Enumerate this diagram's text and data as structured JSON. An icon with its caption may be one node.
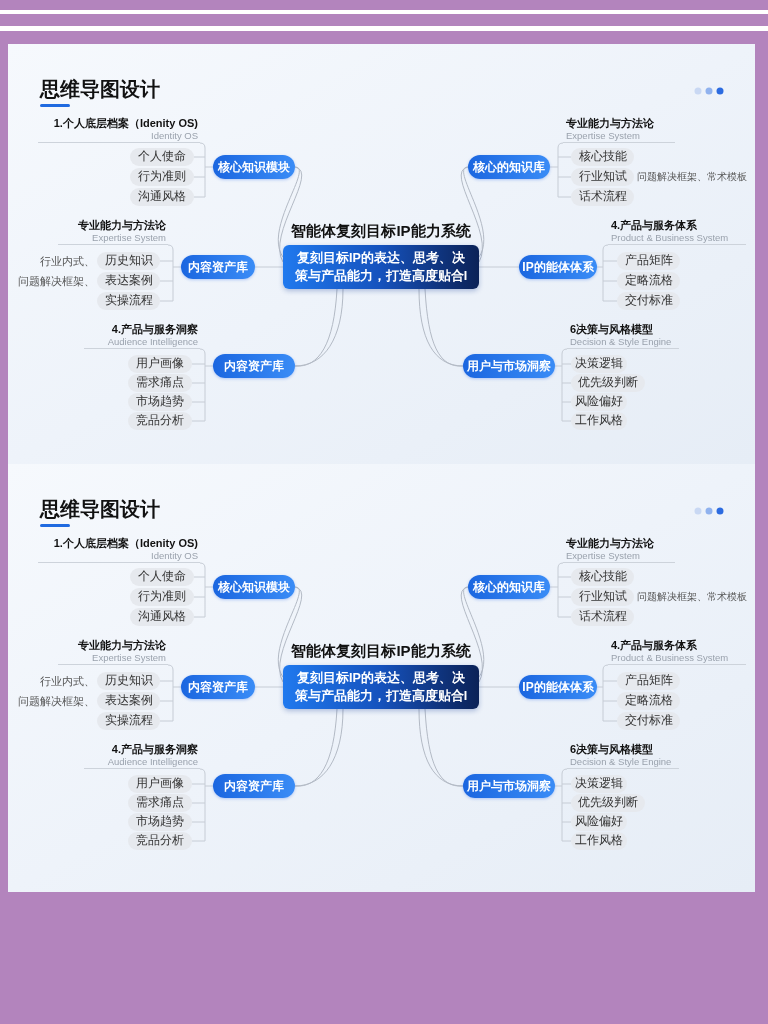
{
  "diagram": {
    "nodes": [
      {
        "text": [
          "思维导图设计"
        ]
      },
      {
        "text": [
          "智能体复刻目标IP能力系统",
          "复刻目标IP的表达、思考、决策与产品能力，打造高度贴合I"
        ],
        "in": 0
      },
      {
        "text": [
          "核心知识模块"
        ],
        "in": 0
      },
      {
        "text": [
          "1.个人底层档案（Idenity OS)",
          "Identity OS"
        ],
        "in": 0
      },
      {
        "text": [
          "个人使命"
        ],
        "in": 0
      },
      {
        "text": [
          "行为准则"
        ],
        "in": 0
      },
      {
        "text": [
          "沟通风格"
        ],
        "in": 0
      },
      {
        "text": [
          "内容资产库"
        ],
        "in": 0
      },
      {
        "text": [
          "专业能力与方法论",
          "Expertise System"
        ],
        "in": 0
      },
      {
        "text": [
          "历史知识"
        ],
        "in": 0,
        "beside": [
          "行业内式、"
        ]
      },
      {
        "text": [
          "表达案例"
        ],
        "in": 0,
        "beside": [
          "问题解决框架、"
        ]
      },
      {
        "text": [
          "实操流程"
        ],
        "in": 0
      },
      {
        "text": [
          "内容资产库"
        ],
        "in": 0
      },
      {
        "text": [
          "4.产品与服务洞察",
          "Audience Intelligence"
        ],
        "in": 0
      },
      {
        "text": [
          "用户画像"
        ],
        "in": 0
      },
      {
        "text": [
          "需求痛点"
        ],
        "in": 0
      },
      {
        "text": [
          "市场趋势"
        ],
        "in": 0
      },
      {
        "text": [
          "竞品分析"
        ],
        "in": 0
      },
      {
        "text": [
          "核心的知识库"
        ],
        "in": 0
      },
      {
        "text": [
          "专业能力与方法论",
          "Expertise System"
        ],
        "in": 0
      },
      {
        "text": [
          "核心技能"
        ],
        "in": 0
      },
      {
        "text": [
          "行业知试"
        ],
        "in": 0,
        "beside": [
          "问题解决框架、常术模板"
        ]
      },
      {
        "text": [
          "话术流程"
        ],
        "in": 0
      },
      {
        "text": [
          "IP的能体体系"
        ],
        "in": 0
      },
      {
        "text": [
          "4.产品与服务体系",
          "Product & Business System"
        ],
        "in": 0
      },
      {
        "text": [
          "产品矩阵"
        ],
        "in": 0
      },
      {
        "text": [
          "定略流格"
        ],
        "in": 0
      },
      {
        "text": [
          "交付标准"
        ],
        "in": 0
      },
      {
        "text": [
          "用户与市场洞察"
        ],
        "in": 0
      },
      {
        "text": [
          "6决策与风格模型",
          "Decision & Style Engine"
        ],
        "in": 0
      },
      {
        "text": [
          "决策逻辑"
        ],
        "in": 0
      },
      {
        "text": [
          "优先级判断"
        ],
        "in": 0
      },
      {
        "text": [
          "风险偏好"
        ],
        "in": 0
      },
      {
        "text": [
          "工作风格"
        ],
        "in": 0
      },
      {
        "text": [
          "思维导图设计"
        ]
      },
      {
        "text": [
          "智能体复刻目标IP能力系统",
          "复刻目标IP的表达、思考、决策与产品能力，打造高度贴合I"
        ],
        "in": 34
      },
      {
        "text": [
          "核心知识模块"
        ],
        "in": 34
      },
      {
        "text": [
          "1.个人底层档案（Idenity OS)",
          "Identity OS"
        ],
        "in": 34
      },
      {
        "text": [
          "个人使命"
        ],
        "in": 34
      },
      {
        "text": [
          "行为准则"
        ],
        "in": 34
      },
      {
        "text": [
          "沟通风格"
        ],
        "in": 34
      },
      {
        "text": [
          "内容资产库"
        ],
        "in": 34
      },
      {
        "text": [
          "专业能力与方法论",
          "Expertise System"
        ],
        "in": 34
      },
      {
        "text": [
          "历史知识"
        ],
        "in": 34,
        "beside": [
          "行业内式、"
        ]
      },
      {
        "text": [
          "表达案例"
        ],
        "in": 34,
        "beside": [
          "问题解决框架、"
        ]
      },
      {
        "text": [
          "实操流程"
        ],
        "in": 34
      },
      {
        "text": [
          "内容资产库"
        ],
        "in": 34
      },
      {
        "text": [
          "4.产品与服务洞察",
          "Audience Intelligence"
        ],
        "in": 34
      },
      {
        "text": [
          "用户画像"
        ],
        "in": 34
      },
      {
        "text": [
          "需求痛点"
        ],
        "in": 34
      },
      {
        "text": [
          "市场趋势"
        ],
        "in": 34
      },
      {
        "text": [
          "竞品分析"
        ],
        "in": 34
      },
      {
        "text": [
          "核心的知识库"
        ],
        "in": 34
      },
      {
        "text": [
          "专业能力与方法论",
          "Expertise System"
        ],
        "in": 34
      },
      {
        "text": [
          "核心技能"
        ],
        "in": 34
      },
      {
        "text": [
          "行业知试"
        ],
        "in": 34,
        "beside": [
          "问题解决框架、常术模板"
        ]
      },
      {
        "text": [
          "话术流程"
        ],
        "in": 34
      },
      {
        "text": [
          "IP的能体体系"
        ],
        "in": 34
      },
      {
        "text": [
          "4.产品与服务体系",
          "Product & Business System"
        ],
        "in": 34
      },
      {
        "text": [
          "产品矩阵"
        ],
        "in": 34
      },
      {
        "text": [
          "定略流格"
        ],
        "in": 34
      },
      {
        "text": [
          "交付标准"
        ],
        "in": 34
      },
      {
        "text": [
          "用户与市场洞察"
        ],
        "in": 34
      },
      {
        "text": [
          "6决策与风格模型",
          "Decision & Style Engine"
        ],
        "in": 34
      },
      {
        "text": [
          "决策逻辑"
        ],
        "in": 34
      },
      {
        "text": [
          "优先级判断"
        ],
        "in": 34
      },
      {
        "text": [
          "风险偏好"
        ],
        "in": 34
      },
      {
        "text": [
          "工作风格"
        ],
        "in": 34
      }
    ],
    "edges": [
      {
        "from": 1,
        "to": 2,
        "arrow": "none"
      },
      {
        "from": 1,
        "to": 7,
        "arrow": "none"
      },
      {
        "from": 1,
        "to": 12,
        "arrow": "none"
      },
      {
        "from": 1,
        "to": 18,
        "arrow": "none"
      },
      {
        "from": 1,
        "to": 23,
        "arrow": "none"
      },
      {
        "from": 1,
        "to": 28,
        "arrow": "none"
      },
      {
        "from": 2,
        "to": 3,
        "arrow": "none"
      },
      {
        "from": 2,
        "to": 4,
        "arrow": "none"
      },
      {
        "from": 2,
        "to": 5,
        "arrow": "none"
      },
      {
        "from": 2,
        "to": 6,
        "arrow": "none"
      },
      {
        "from": 7,
        "to": 8,
        "arrow": "none"
      },
      {
        "from": 7,
        "to": 9,
        "arrow": "none"
      },
      {
        "from": 7,
        "to": 10,
        "arrow": "none"
      },
      {
        "from": 7,
        "to": 11,
        "arrow": "none"
      },
      {
        "from": 12,
        "to": 13,
        "arrow": "none"
      },
      {
        "from": 12,
        "to": 14,
        "arrow": "none"
      },
      {
        "from": 12,
        "to": 15,
        "arrow": "none"
      },
      {
        "from": 12,
        "to": 16,
        "arrow": "none"
      },
      {
        "from": 12,
        "to": 17,
        "arrow": "none"
      },
      {
        "from": 18,
        "to": 19,
        "arrow": "none"
      },
      {
        "from": 18,
        "to": 20,
        "arrow": "none"
      },
      {
        "from": 18,
        "to": 21,
        "arrow": "none"
      },
      {
        "from": 18,
        "to": 22,
        "arrow": "none"
      },
      {
        "from": 23,
        "to": 24,
        "arrow": "none"
      },
      {
        "from": 23,
        "to": 25,
        "arrow": "none"
      },
      {
        "from": 23,
        "to": 26,
        "arrow": "none"
      },
      {
        "from": 23,
        "to": 27,
        "arrow": "none"
      },
      {
        "from": 28,
        "to": 29,
        "arrow": "none"
      },
      {
        "from": 28,
        "to": 30,
        "arrow": "none"
      },
      {
        "from": 28,
        "to": 31,
        "arrow": "none"
      },
      {
        "from": 28,
        "to": 32,
        "arrow": "none"
      },
      {
        "from": 28,
        "to": 33,
        "arrow": "none"
      },
      {
        "from": 35,
        "to": 36,
        "arrow": "none"
      },
      {
        "from": 35,
        "to": 41,
        "arrow": "none"
      },
      {
        "from": 35,
        "to": 46,
        "arrow": "none"
      },
      {
        "from": 35,
        "to": 52,
        "arrow": "none"
      },
      {
        "from": 35,
        "to": 57,
        "arrow": "none"
      },
      {
        "from": 35,
        "to": 62,
        "arrow": "none"
      },
      {
        "from": 36,
        "to": 37,
        "arrow": "none"
      },
      {
        "from": 36,
        "to": 38,
        "arrow": "none"
      },
      {
        "from": 36,
        "to": 39,
        "arrow": "none"
      },
      {
        "from": 36,
        "to": 40,
        "arrow": "none"
      },
      {
        "from": 41,
        "to": 42,
        "arrow": "none"
      },
      {
        "from": 41,
        "to": 43,
        "arrow": "none"
      },
      {
        "from": 41,
        "to": 44,
        "arrow": "none"
      },
      {
        "from": 41,
        "to": 45,
        "arrow": "none"
      },
      {
        "from": 46,
        "to": 47,
        "arrow": "none"
      },
      {
        "from": 46,
        "to": 48,
        "arrow": "none"
      },
      {
        "from": 46,
        "to": 49,
        "arrow": "none"
      },
      {
        "from": 46,
        "to": 50,
        "arrow": "none"
      },
      {
        "from": 46,
        "to": 51,
        "arrow": "none"
      },
      {
        "from": 52,
        "to": 53,
        "arrow": "none"
      },
      {
        "from": 52,
        "to": 54,
        "arrow": "none"
      },
      {
        "from": 52,
        "to": 55,
        "arrow": "none"
      },
      {
        "from": 52,
        "to": 56,
        "arrow": "none"
      },
      {
        "from": 57,
        "to": 58,
        "arrow": "none"
      },
      {
        "from": 57,
        "to": 59,
        "arrow": "none"
      },
      {
        "from": 57,
        "to": 60,
        "arrow": "none"
      },
      {
        "from": 57,
        "to": 61,
        "arrow": "none"
      },
      {
        "from": 62,
        "to": 63,
        "arrow": "none"
      },
      {
        "from": 62,
        "to": 64,
        "arrow": "none"
      },
      {
        "from": 62,
        "to": 65,
        "arrow": "none"
      },
      {
        "from": 62,
        "to": 66,
        "arrow": "none"
      },
      {
        "from": 62,
        "to": 67,
        "arrow": "none"
      }
    ]
  }
}
